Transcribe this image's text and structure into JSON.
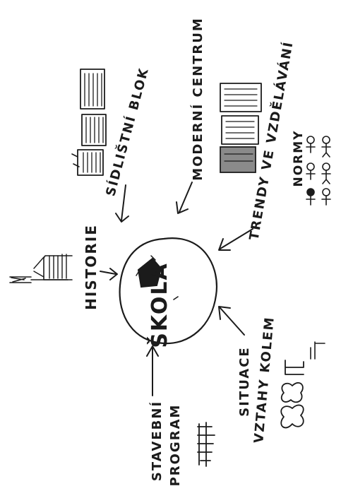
{
  "diagram": {
    "center_label": "ŠKOLA",
    "labels": {
      "historie": "HISTORIE",
      "sidlistni_blok": "SÍDLIŠTNÍ BLOK",
      "moderni_centrum": "MODERNÍ CENTRUM",
      "trendy": "TRENDY VE VZDĚLÁVÁNÍ",
      "normy": "NORMY",
      "situace": "SITUACE",
      "vztahy": "VZTAHY KOLEM",
      "stavebni": "STAVEBNÍ",
      "program": "PROGRAM"
    }
  },
  "colors": {
    "ink": "#1b1b1b",
    "paper": "#ffffff"
  }
}
